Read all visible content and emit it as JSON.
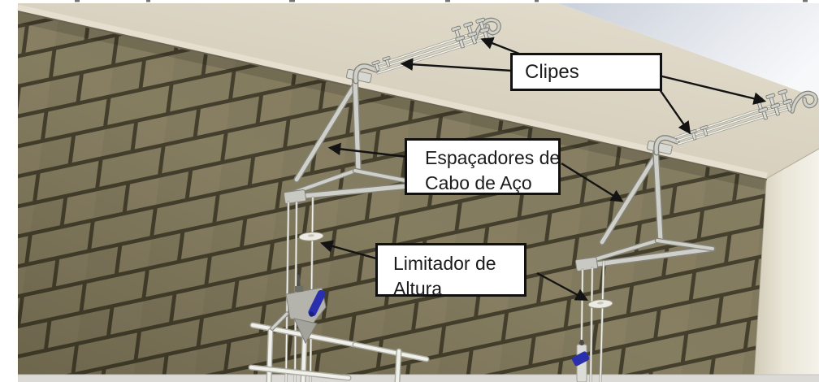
{
  "figure_labels": {
    "clipes": {
      "text": "Clipes"
    },
    "espacadores": {
      "line1": "Espaçadores de",
      "line2": "Cabo de Aço"
    },
    "limitador": {
      "line1": "Limitador de",
      "line2": "Altura"
    }
  },
  "palette": {
    "brick": "#857d60",
    "mortar": "#443f2c",
    "roof_top": "#d6cfbe",
    "roof_side_face": "#e3dccb",
    "sky": "#e9ecf1",
    "steel": "#d0d0ca",
    "cable": "#f4f4ef",
    "hoist_blue": "#2a2fae",
    "label_background": "#ffffff",
    "label_border": "#111111",
    "arrow": "#131313"
  }
}
